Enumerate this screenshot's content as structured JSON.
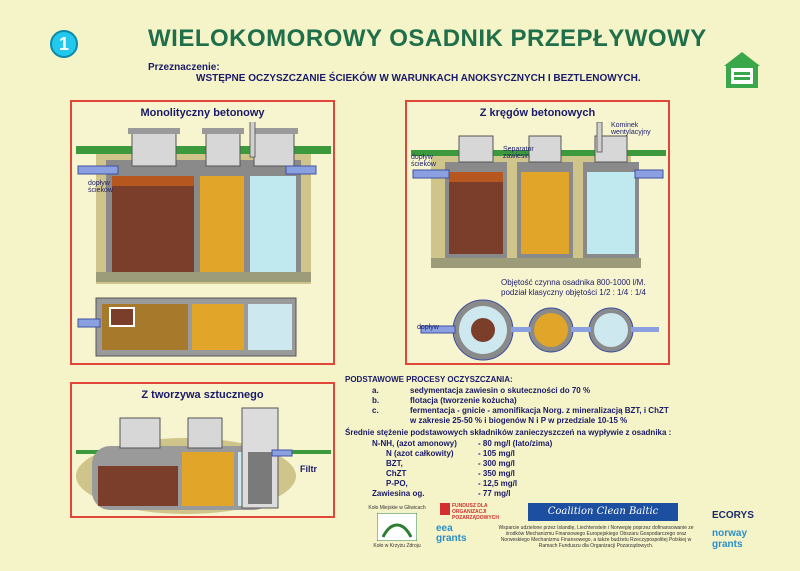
{
  "header": {
    "number": "1",
    "title": "WIELOKOMOROWY OSADNIK PRZEPŁYWOWY",
    "purpose_label": "Przeznaczenie:",
    "purpose_text": "WSTĘPNE OCZYSZCZANIE ŚCIEKÓW W WARUNKACH ANOKSYCZNYCH  I BEZTLENOWYCH."
  },
  "panels": {
    "monolithic": {
      "title": "Monolityczny betonowy",
      "inflow_label": "dopływ ścieków"
    },
    "rings": {
      "title": "Z kręgów betonowych",
      "inflow_label": "dopływ ścieków",
      "separator_label": "Separator zawiesin",
      "chimney_label": "Kominek wentylacyjny",
      "volume_line1": "Objętość czynna osadnika 800-1000 l/M.",
      "volume_line2": "podział klasyczny objętości 1/2 : 1/4 : 1/4",
      "plan_inflow": "dopływ"
    },
    "plastic": {
      "title": "Z tworzywa sztucznego",
      "filter_label": "Filtr"
    }
  },
  "processes": {
    "heading": "PODSTAWOWE PROCESY OCZYSZCZANIA:",
    "items": [
      {
        "letter": "a.",
        "text": "sedymentacja zawiesin o skuteczności do 70 %"
      },
      {
        "letter": "b.",
        "text": "flotacja (tworzenie kożucha)"
      },
      {
        "letter": "c.",
        "text": "fermentacja - gnicie - amonifikacja Norg.  z mineralizacją BZT, i ChZT"
      }
    ],
    "extra": "w zakresie 25-50 % i biogenów N i P w przedziale 10-15 %"
  },
  "outflow": {
    "heading": "Średnie stężenie podstawowych składników zanieczyszczeń na wypływie z osadnika :",
    "rows": [
      {
        "name": "N-NH, (azot amonowy)",
        "value": "- 80 mg/l (lato/zima)"
      },
      {
        "name": "N (azot całkowity)",
        "value": "- 105 mg/l"
      },
      {
        "name": "BZT,",
        "value": "- 300 mg/l"
      },
      {
        "name": "ChZT",
        "value": "- 350 mg/l"
      },
      {
        "name": "P-PO,",
        "value": "- 12,5 mg/l"
      },
      {
        "name": "Zawiesina og.",
        "value": "- 77 mg/l"
      }
    ]
  },
  "footer": {
    "koło_line1": "Koło Miejskie w Gliwicach",
    "koło_line2": "Koło w Krzyżu Zdroju",
    "fund": "FUNDUSZ DLA ORGANIZACJI POZARZĄDOWYCH",
    "eea": "eea grants",
    "coalition": "Coalition Clean Baltic",
    "funding_text": "Wsparcie udzielone przez Islandię, Liechtenstein i Norwegię poprzez dofinansowanie ze środków Mechanizmu Finansowego Europejskiego Obszaru Gospodarczego oraz Norweskiego Mechanizmu Finansowego, a także budżetu Rzeczypospolitej Polskiej w Ramach Funduszu dla Organizacji Pozarządowych.",
    "ecorys": "ECORYS",
    "norway": "norway grants"
  },
  "colors": {
    "title": "#1f6f4a",
    "panel_border": "#e0473a",
    "text": "#1a1a6a",
    "background": "#f5f3c8"
  }
}
